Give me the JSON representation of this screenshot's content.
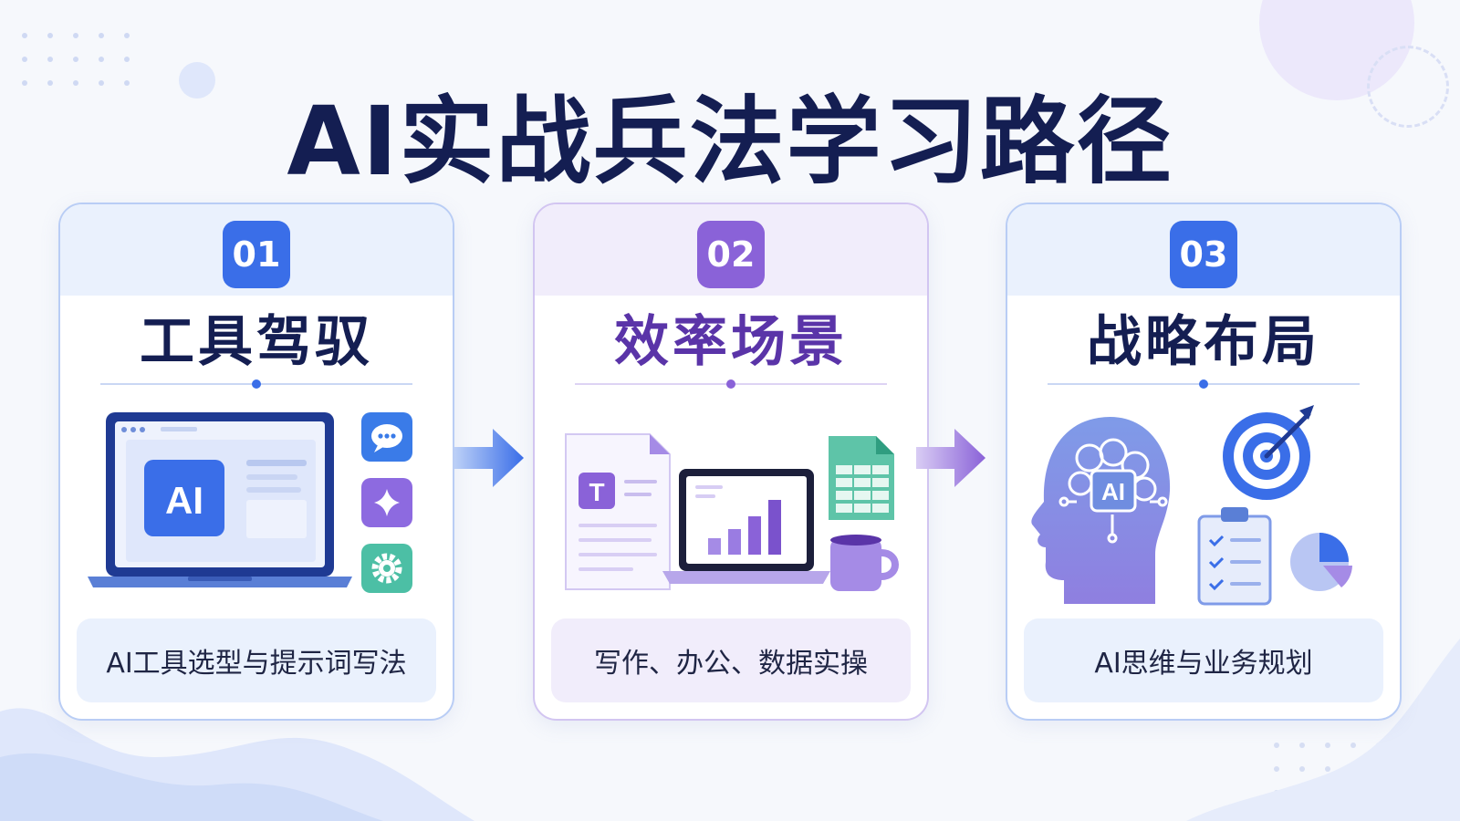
{
  "title": "AI实战兵法学习路径",
  "colors": {
    "blue": "#3a6ee8",
    "purple": "#8a62d8",
    "navy": "#141e52",
    "background": "#f6f8fc"
  },
  "cards": [
    {
      "number": "01",
      "title": "工具驾驭",
      "description": "AI工具选型与提示词写法",
      "accent": "#3a6ee8",
      "illustration": {
        "screen_label": "AI",
        "icons": [
          "chat-icon",
          "sparkle-icon",
          "gear-icon"
        ]
      }
    },
    {
      "number": "02",
      "title": "效率场景",
      "description": "写作、办公、数据实操",
      "accent": "#8a62d8",
      "illustration": {
        "doc_label": "T",
        "icons": [
          "document-icon",
          "laptop-chart-icon",
          "spreadsheet-icon",
          "coffee-cup-icon"
        ]
      }
    },
    {
      "number": "03",
      "title": "战略布局",
      "description": "AI思维与业务规划",
      "accent": "#3a6ee8",
      "illustration": {
        "head_label": "AI",
        "icons": [
          "brain-head-icon",
          "target-icon",
          "clipboard-checklist-icon",
          "pie-chart-icon"
        ]
      }
    }
  ]
}
